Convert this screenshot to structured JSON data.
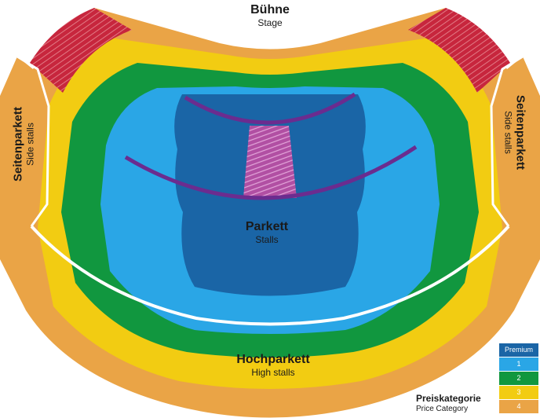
{
  "stage": {
    "title": "Bühne",
    "subtitle": "Stage"
  },
  "stalls": {
    "title": "Parkett",
    "subtitle": "Stalls"
  },
  "high_stalls": {
    "title": "Hochparkett",
    "subtitle": "High stalls"
  },
  "side_left": {
    "title": "Seitenparkett",
    "subtitle": "Side stalls"
  },
  "side_right": {
    "title": "Seitenparkett",
    "subtitle": "Side stalls"
  },
  "legend": {
    "title": "Preiskategorie",
    "subtitle": "Price Category",
    "items": [
      {
        "label": "Premium",
        "color": "#1a65a6"
      },
      {
        "label": "1",
        "color": "#2aa6e6"
      },
      {
        "label": "2",
        "color": "#11973f"
      },
      {
        "label": "3",
        "color": "#f2cc12"
      },
      {
        "label": "4",
        "color": "#eaa446"
      }
    ]
  },
  "colors": {
    "restricted": "#c7263d",
    "premium_center": "#b14fa3",
    "rail": "#6b2c8f"
  }
}
